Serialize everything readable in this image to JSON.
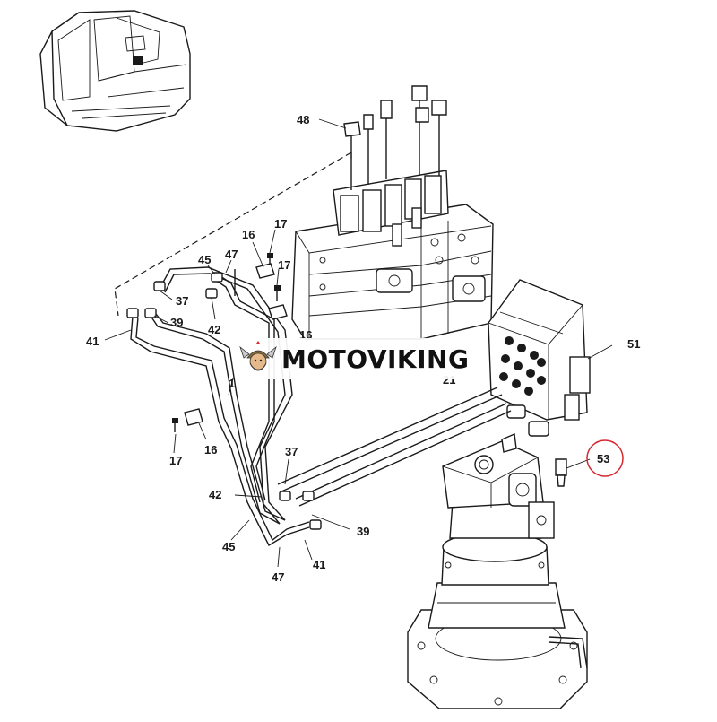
{
  "watermark": {
    "brand": "MOTOVIKING",
    "logo_icon": "viking-mascot-icon"
  },
  "colors": {
    "line": "#1a1a1a",
    "highlight": "#d6262e",
    "background": "#ffffff"
  },
  "callouts": {
    "c48": "48",
    "c17a": "17",
    "c16a": "16",
    "c17b": "17",
    "c16b": "16",
    "c45a": "45",
    "c47a": "47",
    "c37a": "37",
    "c42a": "42",
    "c39a": "39",
    "c41a": "41",
    "c1": "1",
    "c21": "21",
    "c51": "51",
    "c53": "53",
    "c17c": "17",
    "c16c": "16",
    "c37b": "37",
    "c42b": "42",
    "c39b": "39",
    "c45b": "45",
    "c41b": "41",
    "c47b": "47"
  },
  "highlighted_callout": "53"
}
